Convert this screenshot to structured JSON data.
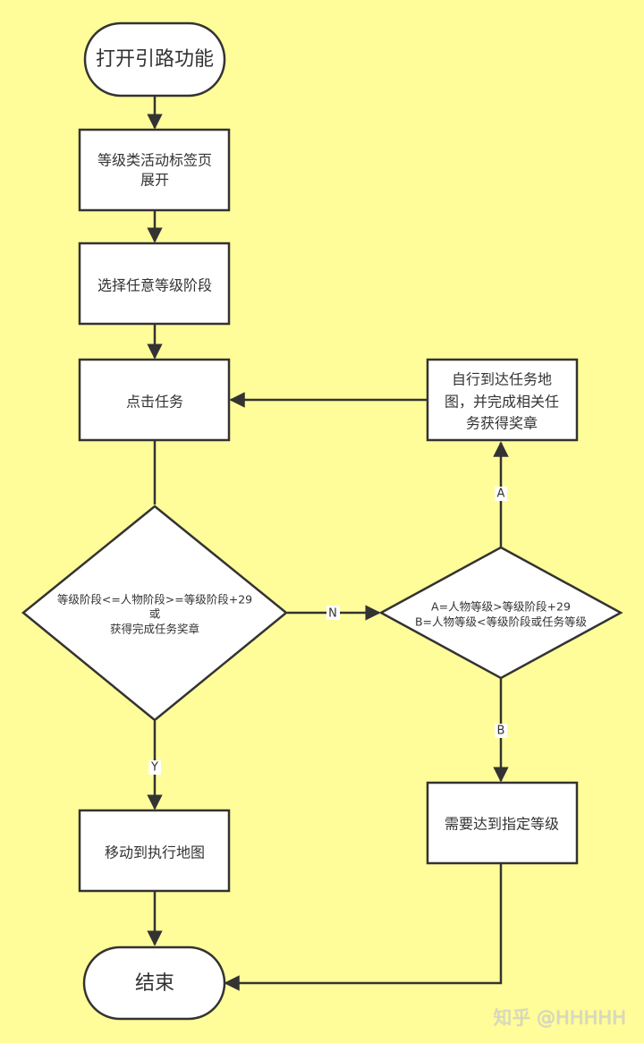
{
  "colors": {
    "background": "#fffd99",
    "node_fill": "#ffffff",
    "stroke": "#333333",
    "text": "#333333"
  },
  "nodes": {
    "start": {
      "label": "打开引路功能"
    },
    "expand_tab": {
      "line1": "等级类活动标签页",
      "line2": "展开"
    },
    "select_stage": {
      "label": "选择任意等级阶段"
    },
    "click_task": {
      "label": "点击任务"
    },
    "decision_main": {
      "line1": "等级阶段<=人物阶段>=等级阶段+29",
      "line2": "或",
      "line3": "获得完成任务奖章"
    },
    "decision_ab": {
      "line1": "A=人物等级>等级阶段+29",
      "line2": "B=人物等级<等级阶段或任务等级"
    },
    "go_to_map_self": {
      "line1": "自行到达任务地",
      "line2": "图，并完成相关任",
      "line3": "务获得奖章"
    },
    "need_level": {
      "label": "需要达到指定等级"
    },
    "move_to_map": {
      "label": "移动到执行地图"
    },
    "end": {
      "label": "结束"
    }
  },
  "edges": {
    "yes_label": "Y",
    "no_label": "N",
    "a_label": "A",
    "b_label": "B"
  },
  "watermark": "知乎 @HHHHH"
}
